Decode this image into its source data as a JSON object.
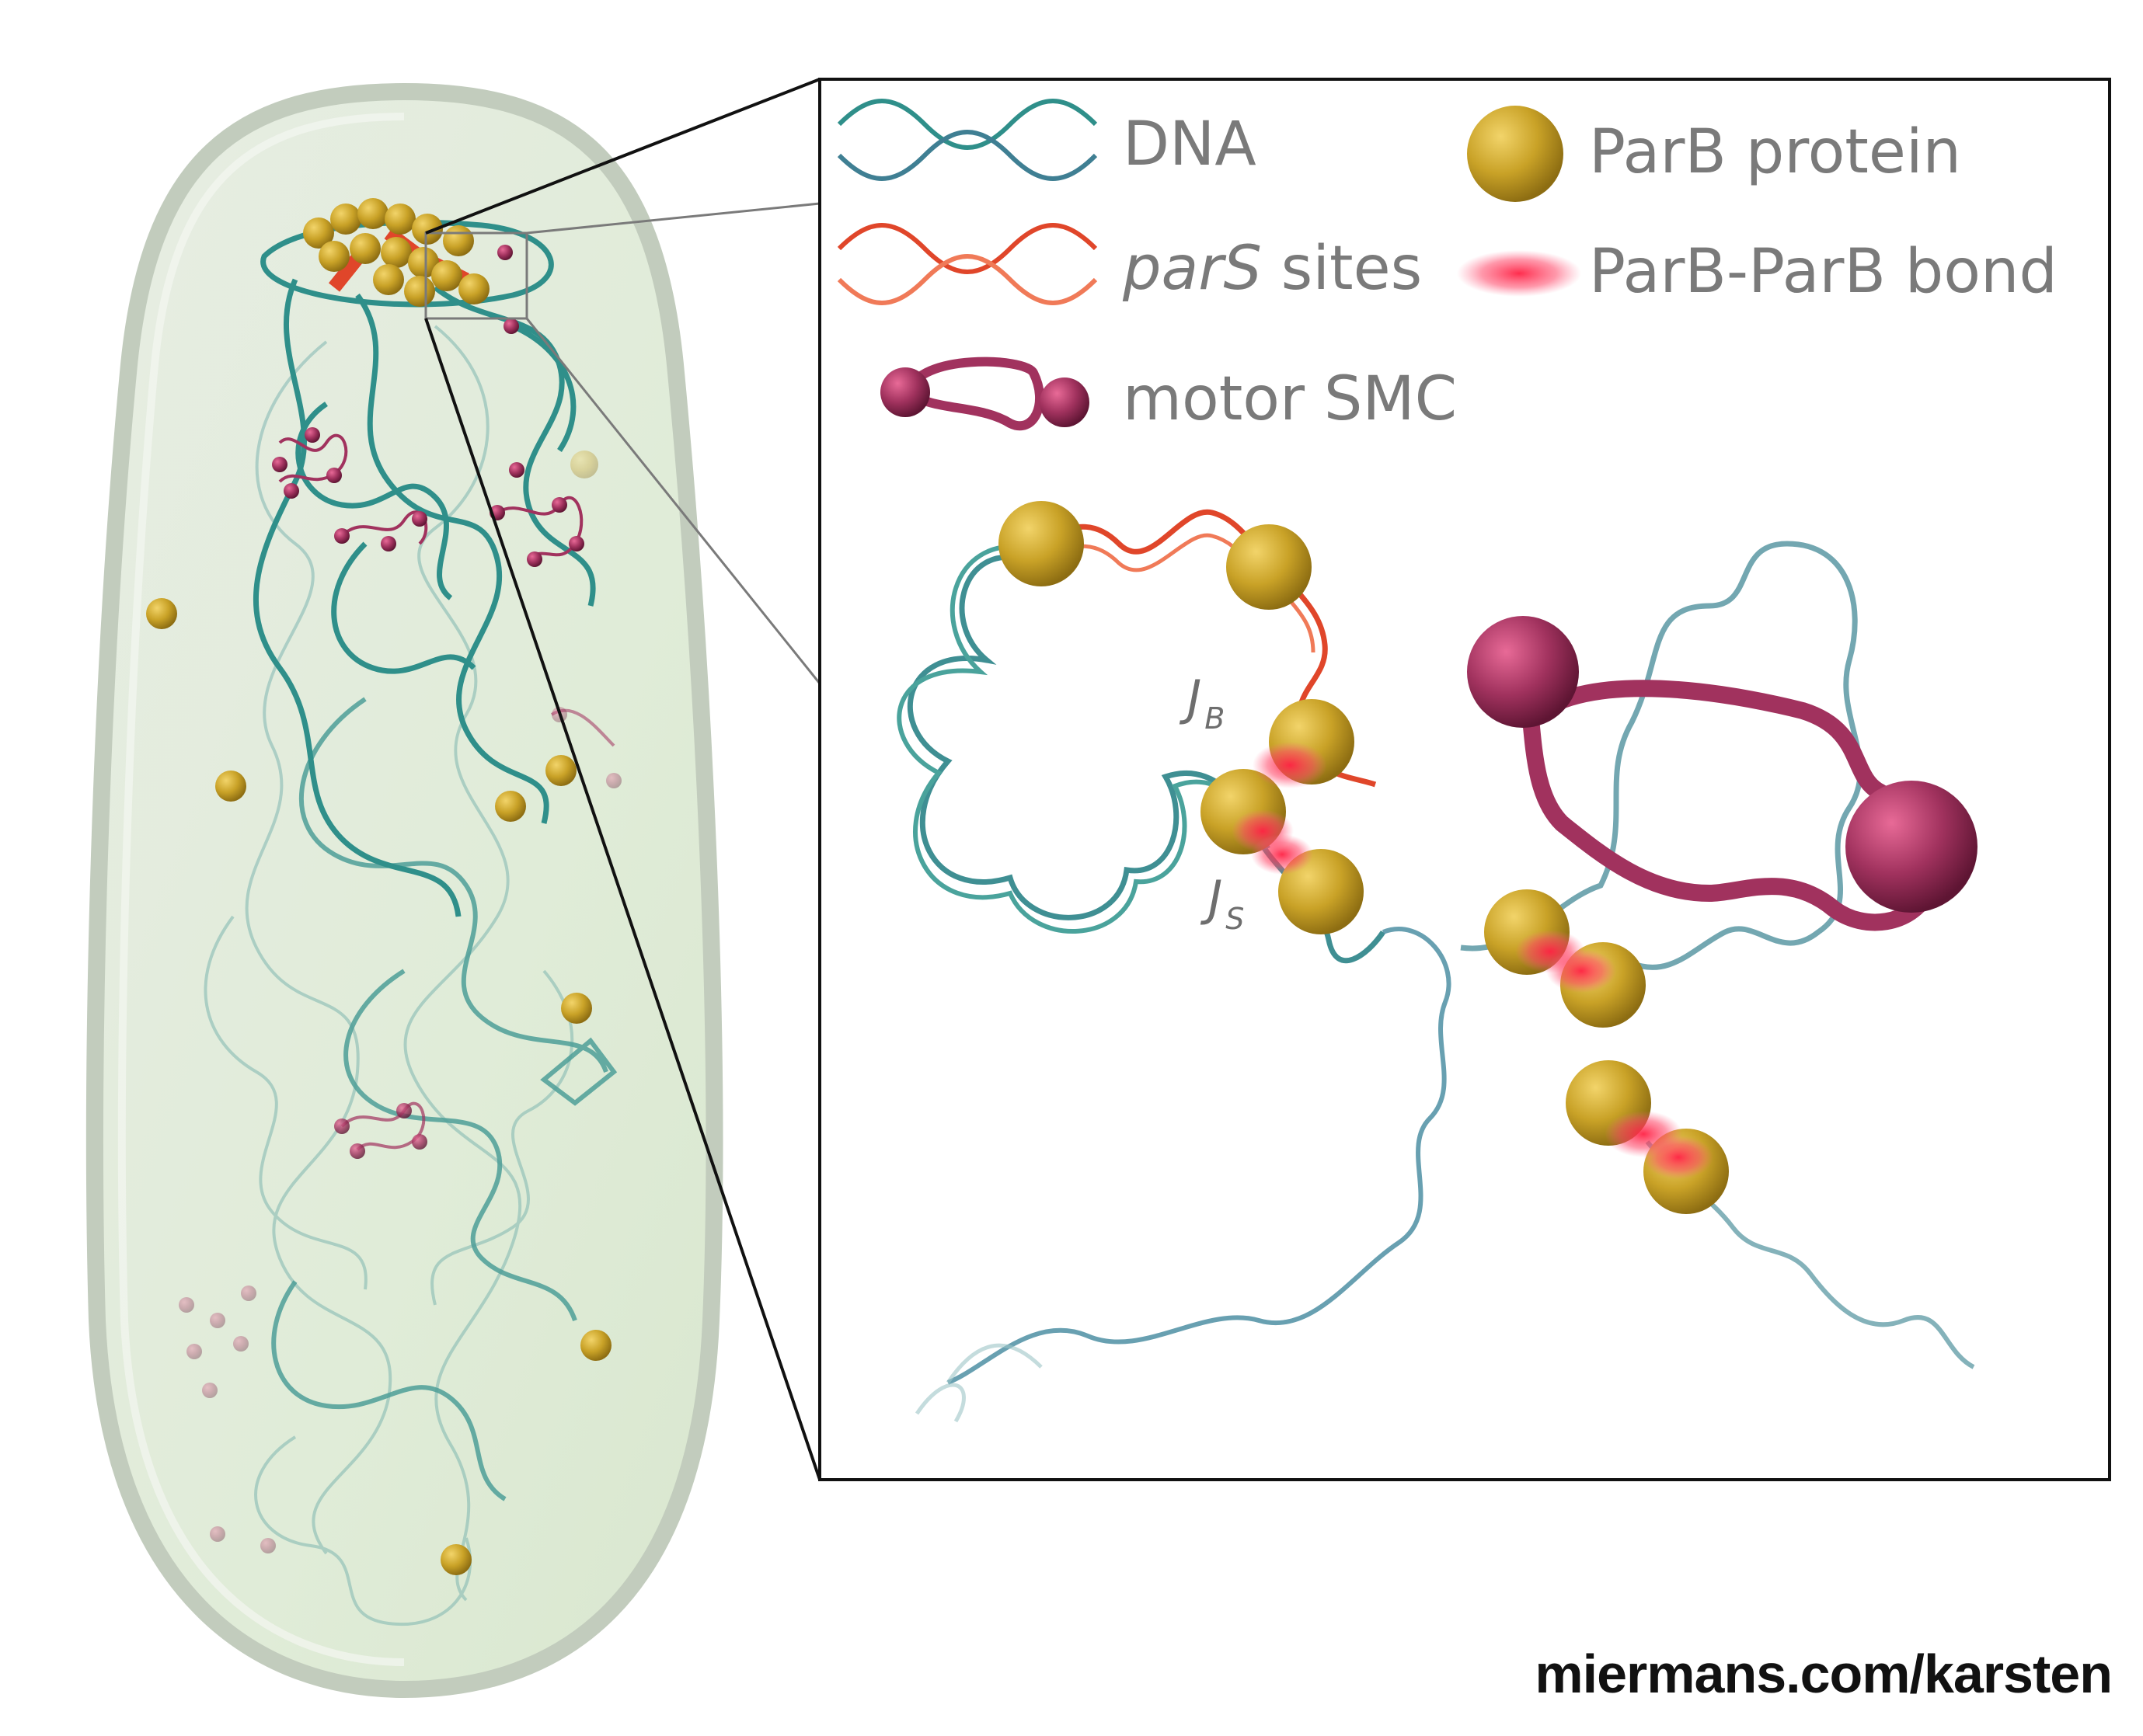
{
  "legend": {
    "dna": "DNA",
    "pars_italic": "parS",
    "pars_rest": " sites",
    "parb_protein": "ParB protein",
    "parb_bond": "ParB-ParB bond",
    "motor_smc": "motor SMC"
  },
  "junction_labels": {
    "jb_main": "J",
    "jb_sub": "B",
    "js_main": "J",
    "js_sub": "S"
  },
  "credit": "miermans.com/karsten",
  "colors": {
    "dna_teal": "#2f8f8a",
    "dna_steel": "#3f7f93",
    "pars_red": "#e0462a",
    "parb_gold": "#c9a227",
    "smc_magenta": "#a1325e",
    "bond_pink": "#ff4466",
    "cell_fill": "#e3eddc"
  }
}
